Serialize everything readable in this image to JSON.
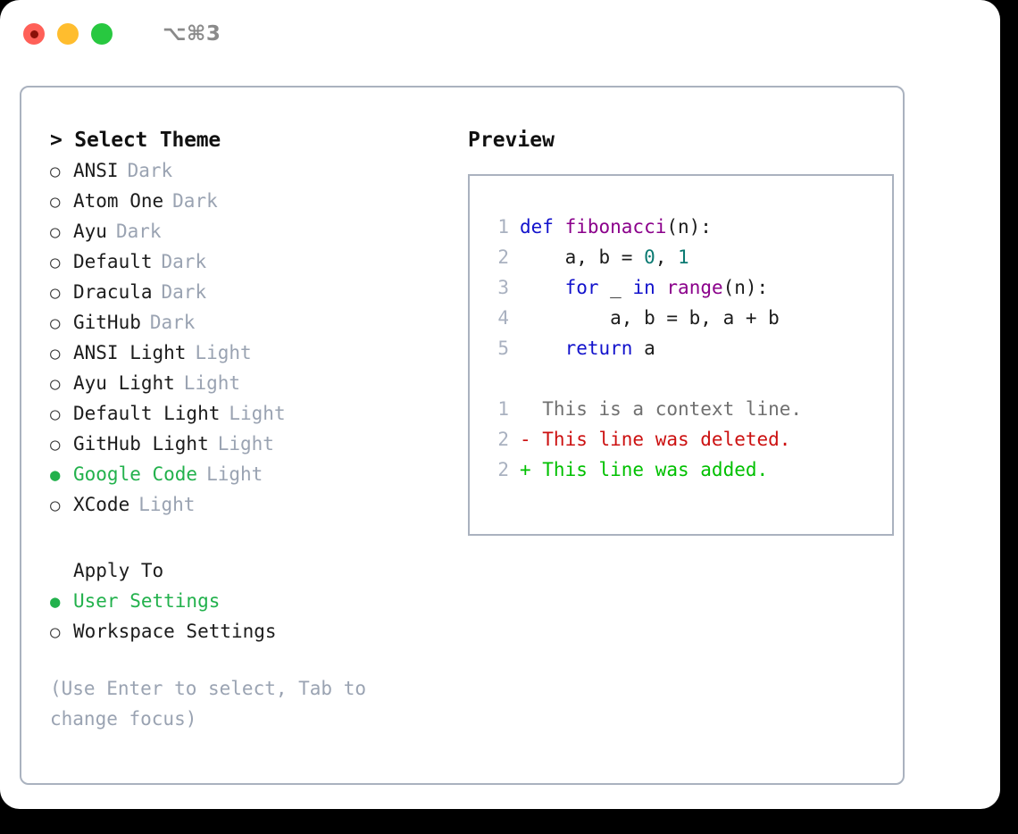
{
  "titlebar": {
    "shortcut": "⌥⌘3",
    "lights": [
      {
        "name": "close",
        "color": "#ff6058"
      },
      {
        "name": "minimize",
        "color": "#ffbd2e"
      },
      {
        "name": "maximize",
        "color": "#28c840"
      }
    ]
  },
  "theme_picker": {
    "heading": "> Select Theme",
    "bullet_selected": "●",
    "bullet_unselected": "○",
    "selected_color": "#22b14c",
    "tag_color": "#9aa3b2",
    "options": [
      {
        "bullet": "○",
        "label": "ANSI",
        "tag": "Dark",
        "selected": false
      },
      {
        "bullet": "○",
        "label": "Atom One",
        "tag": "Dark",
        "selected": false
      },
      {
        "bullet": "○",
        "label": "Ayu",
        "tag": "Dark",
        "selected": false
      },
      {
        "bullet": "○",
        "label": "Default",
        "tag": "Dark",
        "selected": false
      },
      {
        "bullet": "○",
        "label": "Dracula",
        "tag": "Dark",
        "selected": false
      },
      {
        "bullet": "○",
        "label": "GitHub",
        "tag": "Dark",
        "selected": false
      },
      {
        "bullet": "○",
        "label": "ANSI Light",
        "tag": "Light",
        "selected": false
      },
      {
        "bullet": "○",
        "label": "Ayu Light",
        "tag": "Light",
        "selected": false
      },
      {
        "bullet": "○",
        "label": "Default Light",
        "tag": "Light",
        "selected": false
      },
      {
        "bullet": "○",
        "label": "GitHub Light",
        "tag": "Light",
        "selected": false
      },
      {
        "bullet": "●",
        "label": "Google Code",
        "tag": "Light",
        "selected": true
      },
      {
        "bullet": "○",
        "label": "XCode",
        "tag": "Light",
        "selected": false
      }
    ]
  },
  "apply_to": {
    "heading": "Apply To",
    "options": [
      {
        "bullet": "●",
        "label": "User Settings",
        "tag": "",
        "selected": true
      },
      {
        "bullet": "○",
        "label": "Workspace Settings",
        "tag": "",
        "selected": false
      }
    ]
  },
  "hint": "(Use Enter to select, Tab to change focus)",
  "preview": {
    "title": "Preview",
    "code_lines": [
      {
        "num": "1",
        "tokens": [
          {
            "t": "def ",
            "c": "kw"
          },
          {
            "t": "fibonacci",
            "c": "fn"
          },
          {
            "t": "(n):",
            "c": "pl"
          }
        ]
      },
      {
        "num": "2",
        "tokens": [
          {
            "t": "    a, b = ",
            "c": "pl"
          },
          {
            "t": "0",
            "c": "num"
          },
          {
            "t": ", ",
            "c": "pl"
          },
          {
            "t": "1",
            "c": "num"
          }
        ]
      },
      {
        "num": "3",
        "tokens": [
          {
            "t": "    ",
            "c": "pl"
          },
          {
            "t": "for",
            "c": "kw"
          },
          {
            "t": " _ ",
            "c": "pl"
          },
          {
            "t": "in",
            "c": "kw"
          },
          {
            "t": " ",
            "c": "pl"
          },
          {
            "t": "range",
            "c": "fn"
          },
          {
            "t": "(n):",
            "c": "pl"
          }
        ]
      },
      {
        "num": "4",
        "tokens": [
          {
            "t": "        a, b = b, a + b",
            "c": "pl"
          }
        ]
      },
      {
        "num": "5",
        "tokens": [
          {
            "t": "    ",
            "c": "pl"
          },
          {
            "t": "return",
            "c": "kw"
          },
          {
            "t": " a",
            "c": "pl"
          }
        ]
      }
    ],
    "diff_lines": [
      {
        "num": "1",
        "tokens": [
          {
            "t": "  This is a context line.",
            "c": "ctx"
          }
        ]
      },
      {
        "num": "2",
        "tokens": [
          {
            "t": "- This line was deleted.",
            "c": "del"
          }
        ]
      },
      {
        "num": "2",
        "tokens": [
          {
            "t": "+ This line was added.",
            "c": "add"
          }
        ]
      }
    ]
  }
}
